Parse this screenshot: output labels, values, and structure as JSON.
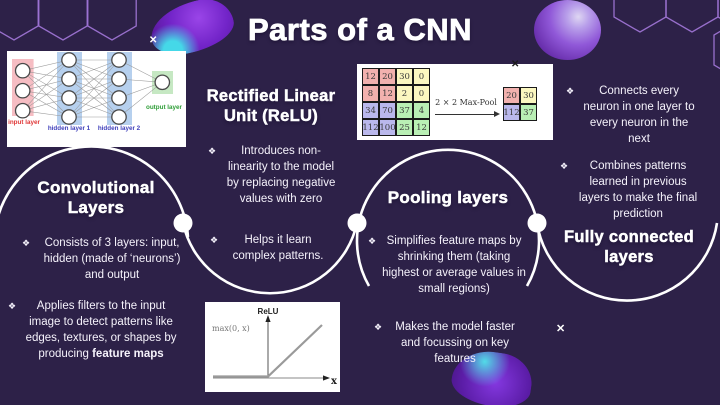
{
  "slide": {
    "title": "Parts of a CNN"
  },
  "bullet_glyph": "❖",
  "sparkle_glyph": "✕",
  "nn_diagram": {
    "input_label": "input layer",
    "hidden1_label": "hidden layer 1",
    "hidden2_label": "hidden layer 2",
    "output_label": "output layer"
  },
  "maxpool": {
    "grid": [
      [
        12,
        20,
        30,
        0
      ],
      [
        8,
        12,
        2,
        0
      ],
      [
        34,
        70,
        37,
        4
      ],
      [
        112,
        100,
        25,
        12
      ]
    ],
    "arrow_label": "2 × 2 Max-Pool",
    "result": [
      [
        20,
        30
      ],
      [
        112,
        37
      ]
    ]
  },
  "relu_graph": {
    "title": "ReLU",
    "ylabel": "max(0, x)",
    "xlabel": "x"
  },
  "sections": {
    "conv": {
      "heading": "Convolutional Layers",
      "bullet1": "Consists of 3 layers: input, hidden (made of ‘neurons’) and output",
      "bullet2_text": "Applies filters to the input image to detect patterns like edges, textures, or shapes by producing ",
      "bullet2_bold": "feature maps"
    },
    "relu": {
      "heading": "Rectified Linear Unit (ReLU)",
      "bullet1": "Introduces non-linearity to the model by replacing negative values with zero",
      "bullet2": "Helps it learn complex patterns."
    },
    "pooling": {
      "heading": "Pooling layers",
      "bullet1": "Simplifies feature maps by shrinking them (taking highest or average values in small regions)",
      "bullet2": "Makes the model faster and focussing on key features"
    },
    "fc": {
      "heading": "Fully connected layers",
      "bullet1": "Connects every neuron in one layer to every neuron in the next",
      "bullet2": "Combines patterns learned in previous layers to make the final prediction"
    }
  },
  "colors": {
    "background": "#2d2148",
    "heading_text": "#ffffff",
    "body_text": "#f5f2fb",
    "circle_stroke": "#ffffff",
    "hexagon_stroke": "#9e74d4",
    "cell_pink": "#f2b1ae",
    "cell_yellow": "#fbf7c0",
    "cell_blue": "#bab8ec",
    "cell_green": "#b9efb4"
  }
}
